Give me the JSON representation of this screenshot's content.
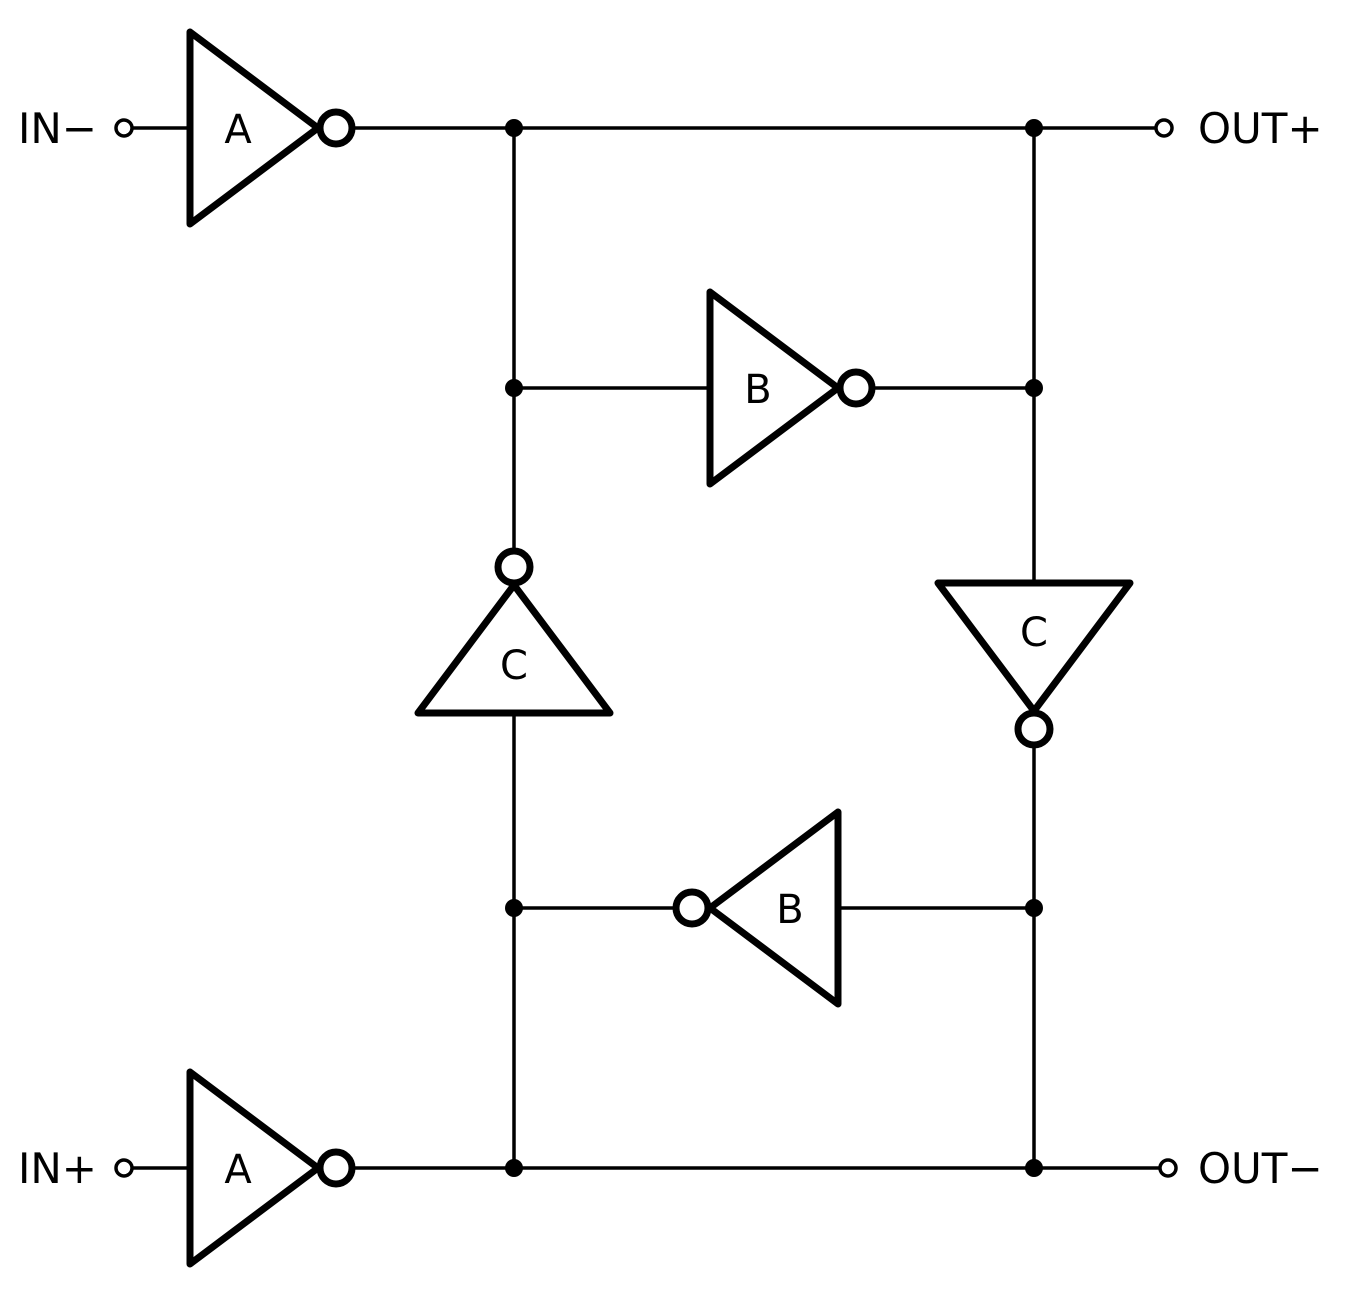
{
  "terminals": {
    "in_minus": "IN−",
    "in_plus": "IN+",
    "out_plus": "OUT+",
    "out_minus": "OUT−"
  },
  "gates": {
    "a_top": "A",
    "a_bottom": "A",
    "b_top": "B",
    "b_bottom": "B",
    "c_left": "C",
    "c_right": "C"
  },
  "colors": {
    "ink": "#000000",
    "background": "#ffffff"
  }
}
